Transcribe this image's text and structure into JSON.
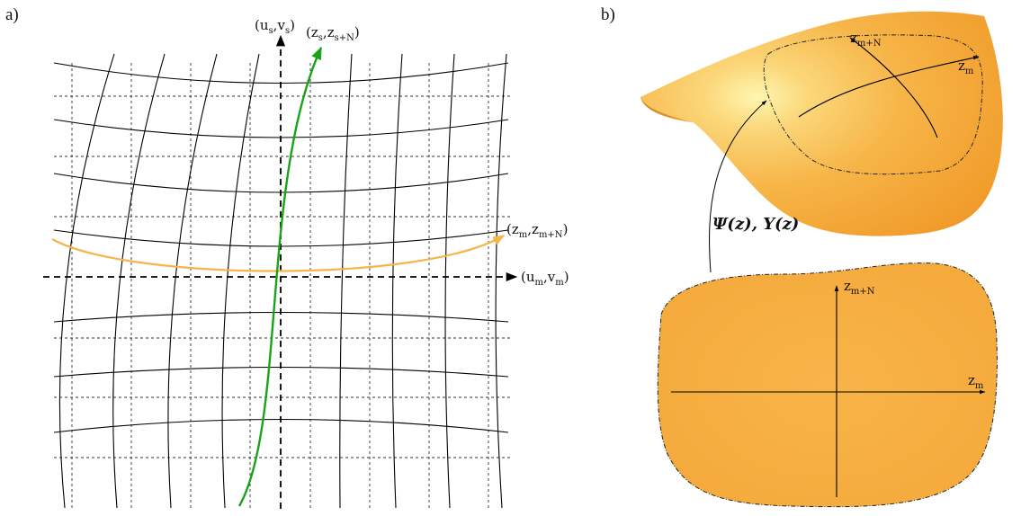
{
  "panel_a": {
    "label": "a)",
    "vertical_axis_label": {
      "base": [
        "u",
        "v"
      ],
      "sub": [
        "s",
        "s"
      ]
    },
    "horizontal_axis_label": {
      "base": [
        "u",
        "v"
      ],
      "sub": [
        "m",
        "m"
      ]
    },
    "green_curve_label": {
      "base": [
        "z",
        "z"
      ],
      "sub": [
        "s",
        "s+N"
      ]
    },
    "orange_curve_label": {
      "base": [
        "z",
        "z"
      ],
      "sub": [
        "m",
        "m+N"
      ]
    }
  },
  "panel_b": {
    "label": "b)",
    "mapping_label": "Ψ(z), Υ(z)",
    "surface_axis_1": {
      "base": "z",
      "sub": "m+N"
    },
    "surface_axis_2": {
      "base": "z",
      "sub": "m"
    },
    "plane_axis_vertical": {
      "base": "z",
      "sub": "m+N"
    },
    "plane_axis_horizontal": {
      "base": "z",
      "sub": "m"
    }
  },
  "colors": {
    "green": "#1aa31a",
    "orange": "#f5b54a",
    "surface_fill": "#f6a637",
    "grid_dash": "#333333",
    "curve": "#000000"
  }
}
